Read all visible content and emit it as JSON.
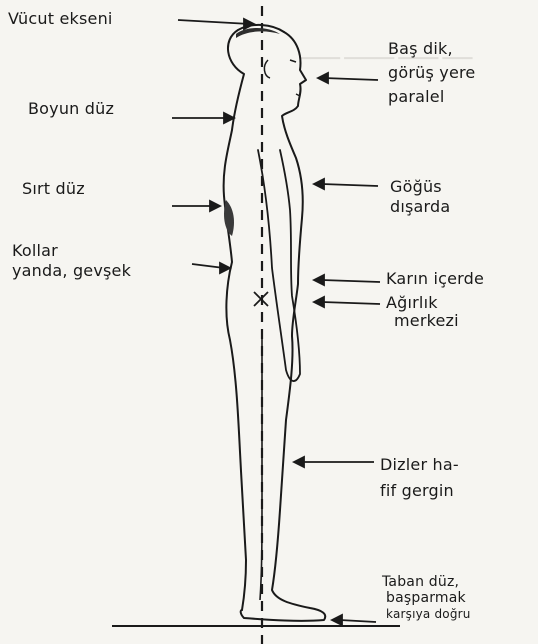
{
  "labels": {
    "body_axis": "Vücut ekseni",
    "head_upright": [
      "Baş dik,",
      "görüş yere",
      "paralel"
    ],
    "neck_straight": "Boyun düz",
    "chest_out": [
      "Göğüs",
      "dışarda"
    ],
    "back_straight": "Sırt düz",
    "arms_relaxed": [
      "Kollar",
      "yanda, gevşek"
    ],
    "belly_in": "Karın içerde",
    "center_of_gravity": [
      "Ağırlık",
      "merkezi"
    ],
    "knees_slightly_tense": [
      "Dizler ha-",
      "fif gergin"
    ],
    "feet_flat": [
      "Taban düz,",
      "başparmak",
      "karşıya doğru"
    ]
  },
  "colors": {
    "ink": "#1a1a1a",
    "paper": "#f6f5f1",
    "shading": "#3a3a3a"
  }
}
